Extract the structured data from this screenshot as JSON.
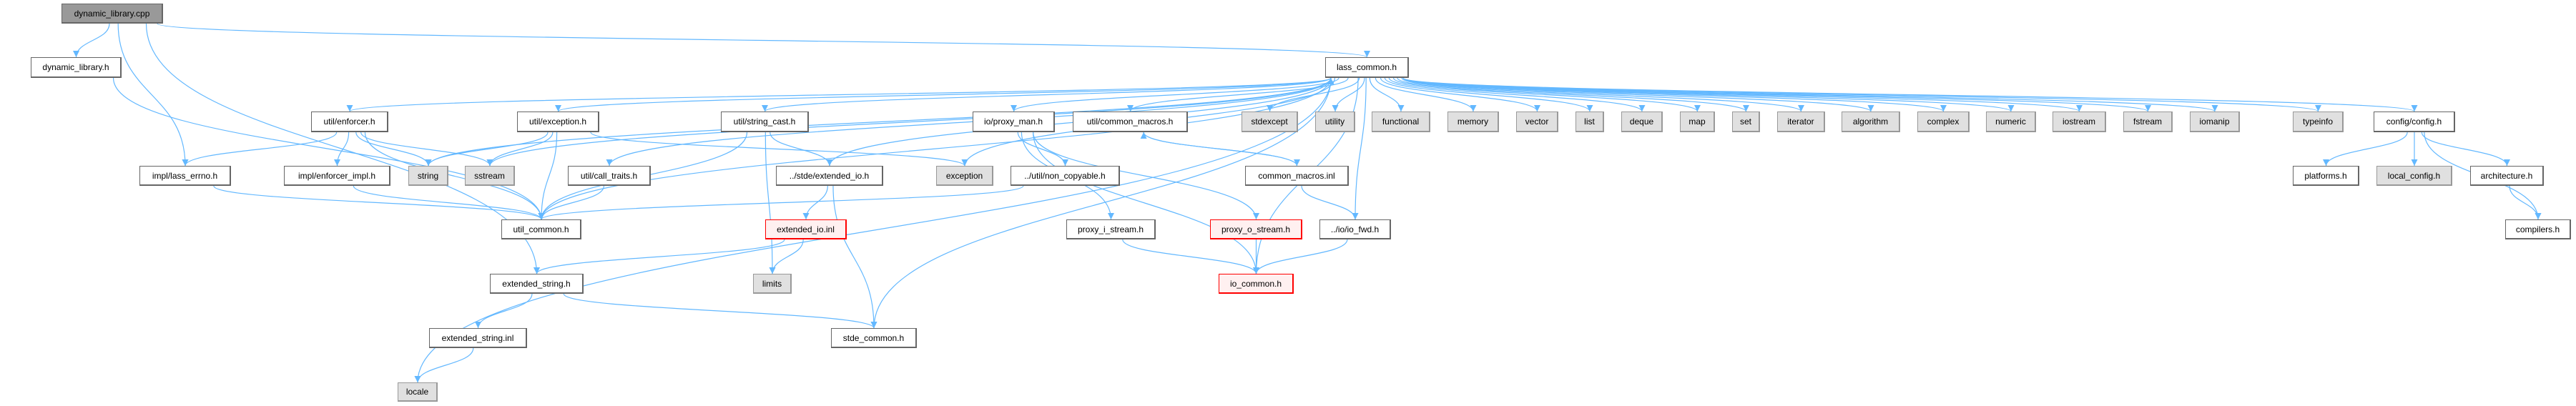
{
  "graph": {
    "edge_color": "#63b8ff",
    "nodes": [
      {
        "label": "dynamic_library.cpp",
        "style": "root"
      },
      {
        "label": "dynamic_library.h",
        "style": "normal"
      },
      {
        "label": "lass_common.h",
        "style": "normal"
      },
      {
        "label": "util/enforcer.h",
        "style": "normal"
      },
      {
        "label": "util/exception.h",
        "style": "normal"
      },
      {
        "label": "util/string_cast.h",
        "style": "normal"
      },
      {
        "label": "io/proxy_man.h",
        "style": "normal"
      },
      {
        "label": "util/common_macros.h",
        "style": "normal"
      },
      {
        "label": "stdexcept",
        "style": "system"
      },
      {
        "label": "utility",
        "style": "system"
      },
      {
        "label": "functional",
        "style": "system"
      },
      {
        "label": "memory",
        "style": "system"
      },
      {
        "label": "vector",
        "style": "system"
      },
      {
        "label": "list",
        "style": "system"
      },
      {
        "label": "deque",
        "style": "system"
      },
      {
        "label": "map",
        "style": "system"
      },
      {
        "label": "set",
        "style": "system"
      },
      {
        "label": "iterator",
        "style": "system"
      },
      {
        "label": "algorithm",
        "style": "system"
      },
      {
        "label": "complex",
        "style": "system"
      },
      {
        "label": "numeric",
        "style": "system"
      },
      {
        "label": "iostream",
        "style": "system"
      },
      {
        "label": "fstream",
        "style": "system"
      },
      {
        "label": "iomanip",
        "style": "system"
      },
      {
        "label": "typeinfo",
        "style": "system"
      },
      {
        "label": "config/config.h",
        "style": "normal"
      },
      {
        "label": "impl/lass_errno.h",
        "style": "normal"
      },
      {
        "label": "impl/enforcer_impl.h",
        "style": "normal"
      },
      {
        "label": "string",
        "style": "system"
      },
      {
        "label": "sstream",
        "style": "system"
      },
      {
        "label": "util/call_traits.h",
        "style": "normal"
      },
      {
        "label": "../stde/extended_io.h",
        "style": "normal"
      },
      {
        "label": "exception",
        "style": "system"
      },
      {
        "label": "../util/non_copyable.h",
        "style": "normal"
      },
      {
        "label": "common_macros.inl",
        "style": "normal"
      },
      {
        "label": "platforms.h",
        "style": "normal"
      },
      {
        "label": "local_config.h",
        "style": "system"
      },
      {
        "label": "architecture.h",
        "style": "normal"
      },
      {
        "label": "util_common.h",
        "style": "normal"
      },
      {
        "label": "extended_io.inl",
        "style": "truncated"
      },
      {
        "label": "proxy_i_stream.h",
        "style": "normal"
      },
      {
        "label": "proxy_o_stream.h",
        "style": "truncated"
      },
      {
        "label": "../io/io_fwd.h",
        "style": "normal"
      },
      {
        "label": "compilers.h",
        "style": "normal"
      },
      {
        "label": "extended_string.h",
        "style": "normal"
      },
      {
        "label": "limits",
        "style": "system"
      },
      {
        "label": "io_common.h",
        "style": "truncated"
      },
      {
        "label": "extended_string.inl",
        "style": "normal"
      },
      {
        "label": "stde_common.h",
        "style": "normal"
      },
      {
        "label": "locale",
        "style": "system"
      }
    ],
    "edges": [
      [
        0,
        1
      ],
      [
        0,
        26
      ],
      [
        0,
        44
      ],
      [
        0,
        2
      ],
      [
        1,
        38
      ],
      [
        2,
        3
      ],
      [
        2,
        4
      ],
      [
        2,
        5
      ],
      [
        2,
        6
      ],
      [
        2,
        7
      ],
      [
        2,
        8
      ],
      [
        2,
        9
      ],
      [
        2,
        10
      ],
      [
        2,
        11
      ],
      [
        2,
        12
      ],
      [
        2,
        13
      ],
      [
        2,
        14
      ],
      [
        2,
        15
      ],
      [
        2,
        16
      ],
      [
        2,
        17
      ],
      [
        2,
        18
      ],
      [
        2,
        19
      ],
      [
        2,
        20
      ],
      [
        2,
        21
      ],
      [
        2,
        22
      ],
      [
        2,
        23
      ],
      [
        2,
        24
      ],
      [
        2,
        25
      ],
      [
        2,
        28
      ],
      [
        2,
        29
      ],
      [
        2,
        30
      ],
      [
        2,
        31
      ],
      [
        2,
        32
      ],
      [
        2,
        38
      ],
      [
        2,
        42
      ],
      [
        2,
        46
      ],
      [
        2,
        49
      ],
      [
        3,
        26
      ],
      [
        3,
        27
      ],
      [
        3,
        28
      ],
      [
        3,
        29
      ],
      [
        3,
        38
      ],
      [
        4,
        28
      ],
      [
        4,
        29
      ],
      [
        4,
        38
      ],
      [
        4,
        32
      ],
      [
        5,
        38
      ],
      [
        5,
        31
      ],
      [
        5,
        45
      ],
      [
        6,
        33
      ],
      [
        6,
        40
      ],
      [
        6,
        41
      ],
      [
        6,
        46
      ],
      [
        7,
        34
      ],
      [
        34,
        7
      ],
      [
        34,
        42
      ],
      [
        26,
        38
      ],
      [
        27,
        38
      ],
      [
        30,
        38
      ],
      [
        33,
        38
      ],
      [
        31,
        39
      ],
      [
        31,
        48
      ],
      [
        39,
        45
      ],
      [
        39,
        44
      ],
      [
        44,
        47
      ],
      [
        44,
        48
      ],
      [
        47,
        49
      ],
      [
        48,
        2
      ],
      [
        40,
        46
      ],
      [
        41,
        46
      ],
      [
        42,
        46
      ],
      [
        25,
        35
      ],
      [
        25,
        36
      ],
      [
        25,
        37
      ],
      [
        25,
        43
      ],
      [
        37,
        43
      ]
    ]
  }
}
